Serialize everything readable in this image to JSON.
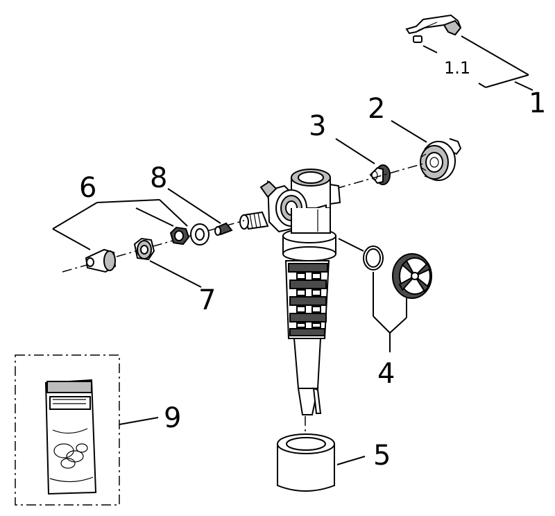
{
  "callouts": {
    "c1": "1",
    "c1_1": "1.1",
    "c2": "2",
    "c3": "3",
    "c4": "4",
    "c5": "5",
    "c6": "6",
    "c7": "7",
    "c8": "8",
    "c9": "9"
  },
  "colors": {
    "line": "#000000",
    "grey_part": "#bdbdbd",
    "dark_part": "#4a4a4a",
    "background": "#ffffff"
  }
}
